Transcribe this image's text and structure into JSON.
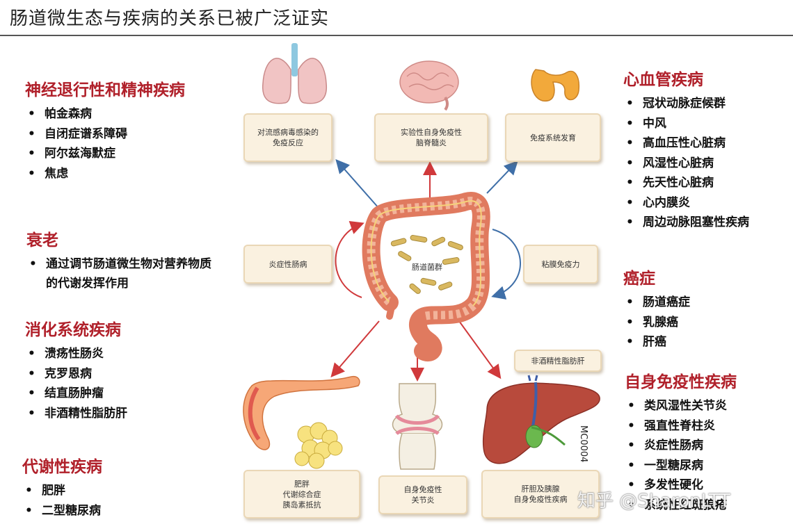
{
  "page_title": "肠道微生态与疾病的关系已被广泛证实",
  "left_groups": [
    {
      "title": "神经退行性和精神疾病",
      "items": [
        "帕金森病",
        "自闭症谱系障碍",
        "阿尔兹海默症",
        "焦虑"
      ]
    },
    {
      "title": "衰老",
      "items": [
        "通过调节肠道微生物对营养物质的代谢发挥作用"
      ]
    },
    {
      "title": "消化系统疾病",
      "items": [
        "溃疡性肠炎",
        "克罗恩病",
        "结直肠肿瘤",
        "非酒精性脂肪肝"
      ]
    },
    {
      "title": "代谢性疾病",
      "items": [
        "肥胖",
        "二型糖尿病"
      ]
    }
  ],
  "right_groups": [
    {
      "title": "心血管疾病",
      "items": [
        "冠状动脉症候群",
        "中风",
        "高血压性心脏病",
        "风湿性心脏病",
        "先天性心脏病",
        "心内膜炎",
        "周边动脉阻塞性疾病"
      ]
    },
    {
      "title": "癌症",
      "items": [
        "肠道癌症",
        "乳腺癌",
        "肝癌"
      ]
    },
    {
      "title": "自身免疫性疾病",
      "items": [
        "类风湿性关节炎",
        "强直性脊柱炎",
        "炎症性肠病",
        "一型糖尿病",
        "多发性硬化",
        "系统性红斑狼疮"
      ]
    }
  ],
  "diagram_boxes": {
    "lung": "对流感病毒感染的\n免疫反应",
    "brain": "实验性自身免疫性\n脑脊髓炎",
    "thyroid": "免疫系统发育",
    "ibd": "炎症性肠病",
    "mucosal": "粘膜免疫力",
    "nafld": "非酒精性脂肪肝",
    "pancreas": "肥胖\n代谢综合症\n胰岛素抵抗",
    "joint": "自身免疫性\n关节炎",
    "liver": "肝胆及胰腺\n自身免疫性疾病"
  },
  "gut_label": "肠道菌群",
  "figure_code": "MC0004",
  "watermark": "知乎 @SharonLTT",
  "colors": {
    "heading_red": "#b0202a",
    "arrow_red": "#d0393b",
    "arrow_blue": "#3f6fa8",
    "box_fill": "#faf1e0"
  }
}
